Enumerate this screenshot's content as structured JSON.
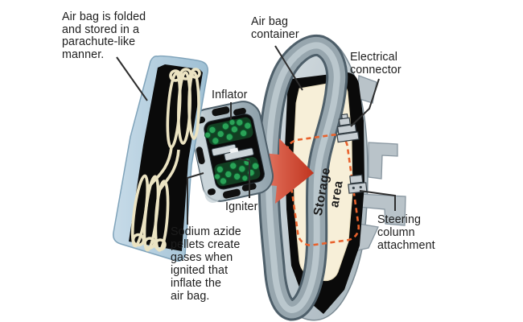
{
  "title": "Air bag system cutaway diagram",
  "labels": {
    "folded_bag": {
      "lines": [
        "Air bag is folded",
        "and stored in a",
        "parachute-like",
        "manner."
      ]
    },
    "container": {
      "lines": [
        "Air bag",
        "container"
      ]
    },
    "electrical_connector": {
      "lines": [
        "Electrical",
        "connector"
      ]
    },
    "inflator": {
      "text": "Inflator"
    },
    "igniter": {
      "text": "Igniter"
    },
    "sodium_azide": {
      "lines": [
        "Sodium azide",
        "pellets create",
        "gases when",
        "ignited  that",
        "inflate the",
        "air bag."
      ]
    },
    "storage_area": {
      "word1": "Storage",
      "word2": "area"
    },
    "steering_column": {
      "lines": [
        "Steering",
        "column",
        "attachment"
      ]
    }
  },
  "colors": {
    "background": "#ffffff",
    "label_text": "#1d1d1d",
    "leader_line": "#2e2e2e",
    "arrow_red_deep": "#c0351f",
    "arrow_red_light": "#e79d8d",
    "storage_dash_orange": "#e8622d",
    "pellet_green": "#2aa257",
    "bag_frame_blue": "#b5cfe0",
    "storage_cream": "#f7efd8",
    "wheel_rim_gray": "#97a6ae",
    "container_black": "#0a0a0a",
    "housing_gray": "#c9d2d7"
  }
}
